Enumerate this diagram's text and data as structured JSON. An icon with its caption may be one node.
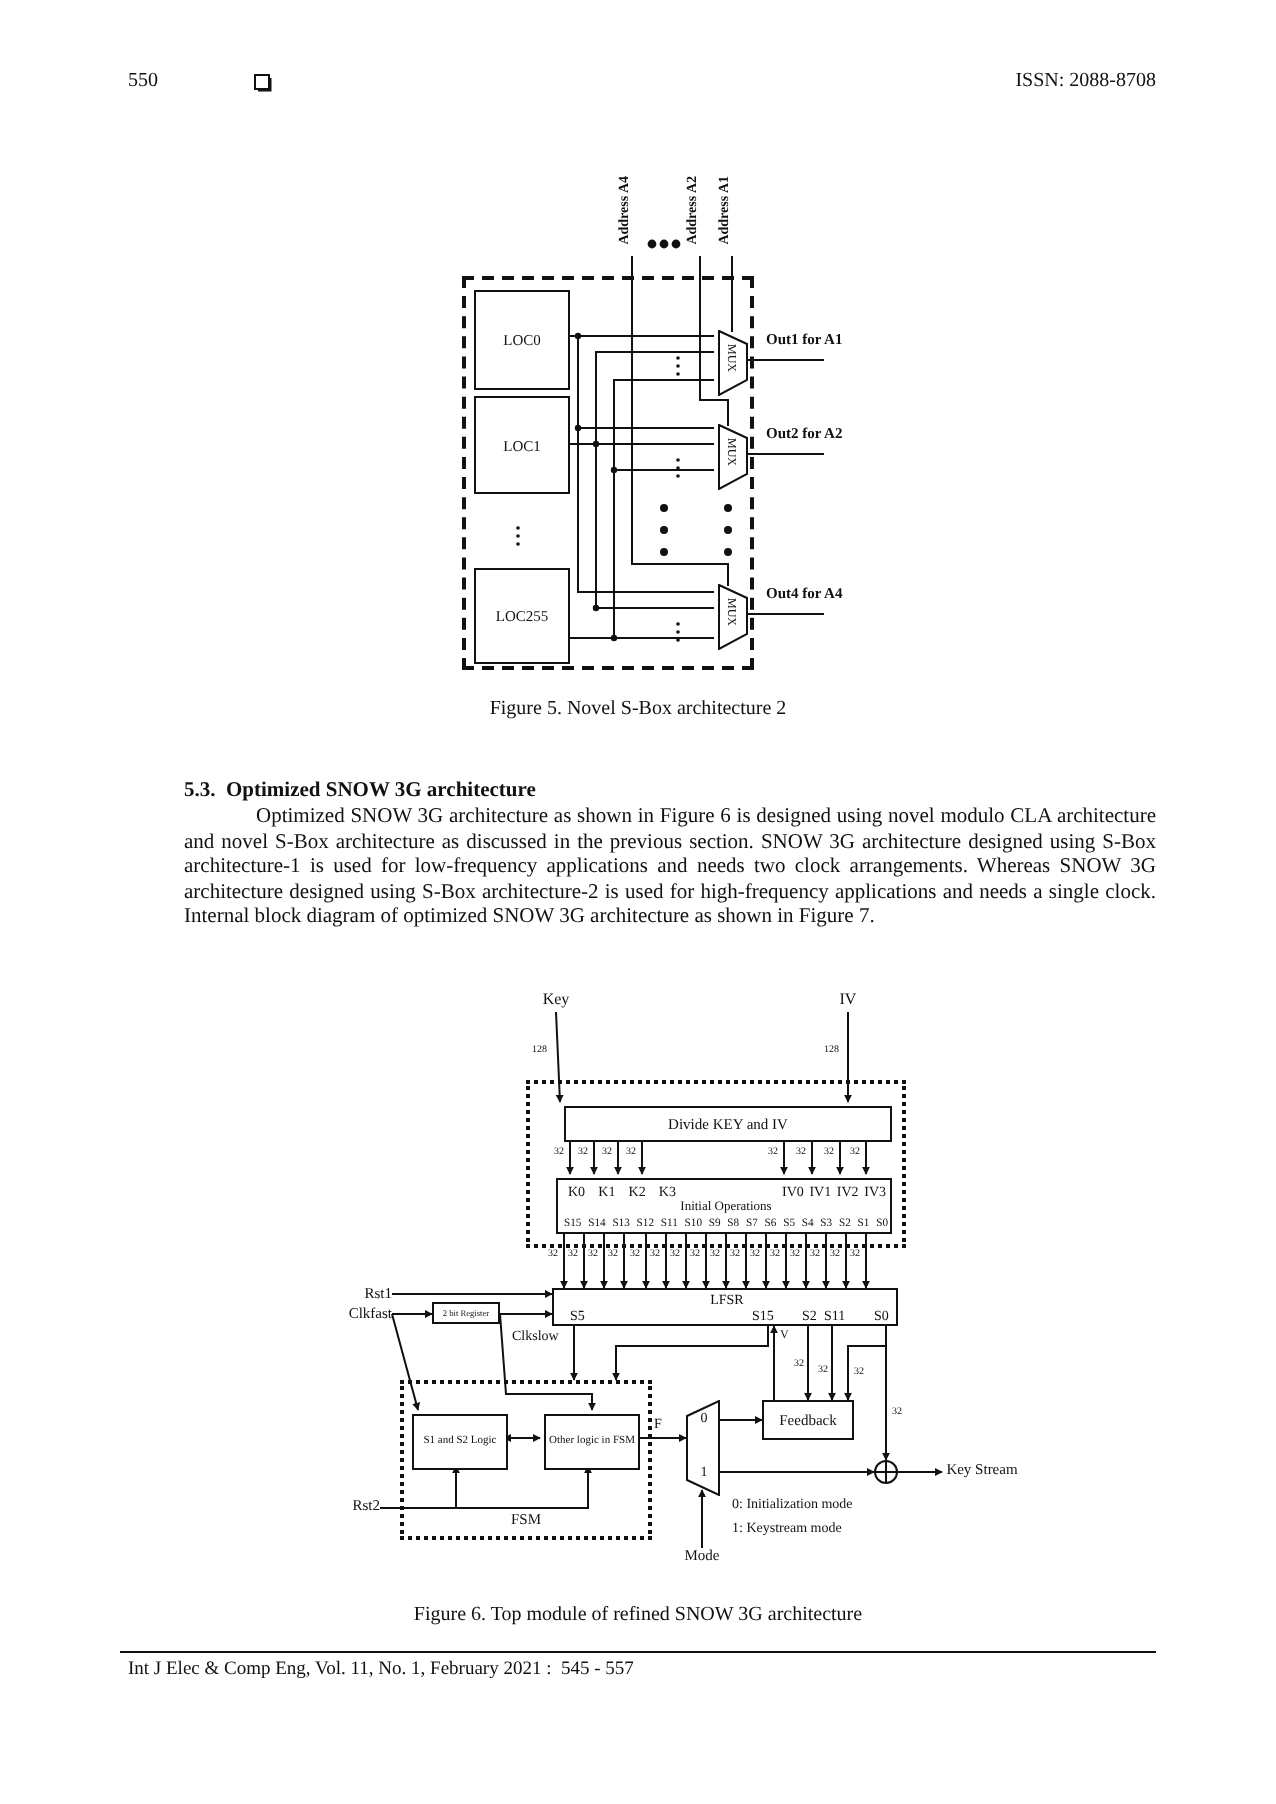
{
  "diagram": {
    "nodes": [
      {
        "text": [
          "Address A4"
        ]
      },
      {
        "text": [
          "Address A2"
        ]
      },
      {
        "text": [
          "Address A1"
        ]
      },
      {
        "text": [],
        "shape": "box"
      },
      {
        "text": [
          "LOC0"
        ],
        "in": 3
      },
      {
        "text": [
          "LOC1"
        ],
        "in": 3
      },
      {
        "text": [
          "LOC255"
        ],
        "in": 3
      },
      {
        "text": [
          "MUX"
        ],
        "in": 3
      },
      {
        "text": [
          "MUX"
        ],
        "in": 3
      },
      {
        "text": [
          "MUX"
        ],
        "in": 3
      },
      {
        "text": [
          "Key"
        ]
      },
      {
        "text": [
          "IV"
        ]
      },
      {
        "text": [],
        "shape": "box"
      },
      {
        "text": [
          "Divide KEY and IV"
        ],
        "in": 12
      },
      {
        "text": [
          "K0 K1 K2 K3",
          "IV0 IV1 IV2 IV3",
          "Initial Operations",
          "S15 S14 S13 S12 S11 S10 S9 S8 S7 S6 S5 S4 S3 S2 S1 S0"
        ],
        "in": 12
      },
      {
        "text": [
          "Rst1"
        ]
      },
      {
        "text": [
          "Clkfast"
        ]
      },
      {
        "text": [
          "2 bit Register"
        ]
      },
      {
        "text": [
          "LFSR",
          "S5",
          "S15",
          "S2",
          "S11",
          "S0"
        ]
      },
      {
        "text": [
          "FSM"
        ]
      },
      {
        "text": [
          "S1 and S2 Logic"
        ],
        "in": 19
      },
      {
        "text": [
          "Other logic in FSM"
        ],
        "in": 19
      },
      {
        "text": [
          "0",
          "1"
        ]
      },
      {
        "text": [
          "Feedback"
        ]
      },
      {
        "text": [],
        "shape": "circle"
      },
      {
        "text": [
          "Key Stream"
        ]
      },
      {
        "text": [
          "Rst2"
        ]
      },
      {
        "text": [
          "Mode"
        ]
      }
    ],
    "edges": [
      {
        "from": 0,
        "to": 9,
        "arrow": "none"
      },
      {
        "from": 1,
        "to": 8,
        "arrow": "none"
      },
      {
        "from": 2,
        "to": 7,
        "arrow": "none"
      },
      {
        "from": 4,
        "to": 7,
        "arrow": "none"
      },
      {
        "from": 4,
        "to": 8,
        "arrow": "none"
      },
      {
        "from": 4,
        "to": 9,
        "arrow": "none"
      },
      {
        "from": 5,
        "to": 7,
        "arrow": "none"
      },
      {
        "from": 5,
        "to": 8,
        "arrow": "none"
      },
      {
        "from": 5,
        "to": 9,
        "arrow": "none"
      },
      {
        "from": 6,
        "to": 7,
        "arrow": "none"
      },
      {
        "from": 6,
        "to": 8,
        "arrow": "none"
      },
      {
        "from": 6,
        "to": 9,
        "arrow": "none"
      },
      {
        "from": 7,
        "to": null,
        "arrow": "none",
        "label": "Out1 for A1"
      },
      {
        "from": 8,
        "to": null,
        "arrow": "none",
        "label": "Out2 for A2"
      },
      {
        "from": 9,
        "to": null,
        "arrow": "none",
        "label": "Out4 for A4"
      },
      {
        "from": 10,
        "to": 13,
        "arrow": "to",
        "label": "128"
      },
      {
        "from": 11,
        "to": 13,
        "arrow": "to",
        "label": "128"
      },
      {
        "from": 13,
        "to": 14,
        "arrow": "to",
        "label": "32"
      },
      {
        "from": 13,
        "to": 14,
        "arrow": "to",
        "label": "32"
      },
      {
        "from": 13,
        "to": 14,
        "arrow": "to",
        "label": "32"
      },
      {
        "from": 13,
        "to": 14,
        "arrow": "to",
        "label": "32"
      },
      {
        "from": 13,
        "to": 14,
        "arrow": "to",
        "label": "32"
      },
      {
        "from": 13,
        "to": 14,
        "arrow": "to",
        "label": "32"
      },
      {
        "from": 13,
        "to": 14,
        "arrow": "to",
        "label": "32"
      },
      {
        "from": 13,
        "to": 14,
        "arrow": "to",
        "label": "32"
      },
      {
        "from": 14,
        "to": 18,
        "arrow": "to",
        "label": "32"
      },
      {
        "from": 14,
        "to": 18,
        "arrow": "to",
        "label": "32"
      },
      {
        "from": 14,
        "to": 18,
        "arrow": "to",
        "label": "32"
      },
      {
        "from": 14,
        "to": 18,
        "arrow": "to",
        "label": "32"
      },
      {
        "from": 14,
        "to": 18,
        "arrow": "to",
        "label": "32"
      },
      {
        "from": 14,
        "to": 18,
        "arrow": "to",
        "label": "32"
      },
      {
        "from": 14,
        "to": 18,
        "arrow": "to",
        "label": "32"
      },
      {
        "from": 14,
        "to": 18,
        "arrow": "to",
        "label": "32"
      },
      {
        "from": 14,
        "to": 18,
        "arrow": "to",
        "label": "32"
      },
      {
        "from": 14,
        "to": 18,
        "arrow": "to",
        "label": "32"
      },
      {
        "from": 14,
        "to": 18,
        "arrow": "to",
        "label": "32"
      },
      {
        "from": 14,
        "to": 18,
        "arrow": "to",
        "label": "32"
      },
      {
        "from": 14,
        "to": 18,
        "arrow": "to",
        "label": "32"
      },
      {
        "from": 14,
        "to": 18,
        "arrow": "to",
        "label": "32"
      },
      {
        "from": 14,
        "to": 18,
        "arrow": "to",
        "label": "32"
      },
      {
        "from": 14,
        "to": 18,
        "arrow": "to",
        "label": "32"
      },
      {
        "from": 15,
        "to": 18,
        "arrow": "to"
      },
      {
        "from": 16,
        "to": 17,
        "arrow": "to"
      },
      {
        "from": 16,
        "to": 20,
        "arrow": "to"
      },
      {
        "from": 17,
        "to": 18,
        "arrow": "to",
        "label": "Clkslow"
      },
      {
        "from": 17,
        "to": 21,
        "arrow": "to"
      },
      {
        "from": 18,
        "to": 19,
        "arrow": "to"
      },
      {
        "from": 18,
        "to": 19,
        "arrow": "to"
      },
      {
        "from": 20,
        "to": 21,
        "arrow": "both"
      },
      {
        "from": 21,
        "to": 22,
        "arrow": "to",
        "label": "F"
      },
      {
        "from": 26,
        "to": 20,
        "arrow": "to"
      },
      {
        "from": 26,
        "to": 21,
        "arrow": "to"
      },
      {
        "from": 22,
        "to": 23,
        "arrow": "to"
      },
      {
        "from": 22,
        "to": 24,
        "arrow": "to"
      },
      {
        "from": 23,
        "to": 18,
        "arrow": "to",
        "label": "V"
      },
      {
        "from": 18,
        "to": 23,
        "arrow": "to",
        "label": "32"
      },
      {
        "from": 18,
        "to": 23,
        "arrow": "to",
        "label": "32"
      },
      {
        "from": 18,
        "to": 23,
        "arrow": "to",
        "label": "32"
      },
      {
        "from": 18,
        "to": 24,
        "arrow": "to",
        "label": "32"
      },
      {
        "from": 24,
        "to": 25,
        "arrow": "to"
      },
      {
        "from": 27,
        "to": 22,
        "arrow": "to"
      }
    ],
    "labels": [
      "550",
      "ISSN: 2088-8708",
      "Figure 5. Novel S-Box architecture 2",
      "5.3.  Optimized SNOW 3G architecture",
      "Optimized SNOW 3G architecture as shown in Figure 6 is designed using novel modulo CLA architecture and novel S-Box architecture as discussed in the previous section. SNOW 3G architecture designed using S-Box architecture-1 is used for low-frequency applications and needs two clock arrangements. Whereas SNOW 3G architecture designed using S-Box architecture-2 is used for high-frequency applications and needs a single clock. Internal block diagram of optimized SNOW 3G architecture as shown in Figure 7.",
      "0: Initialization mode",
      "1: Keystream mode",
      "Figure 6. Top module of refined SNOW 3G architecture",
      "Int J Elec & Comp Eng, Vol. 11, No. 1, February 2021 :  545 - 557"
    ]
  }
}
